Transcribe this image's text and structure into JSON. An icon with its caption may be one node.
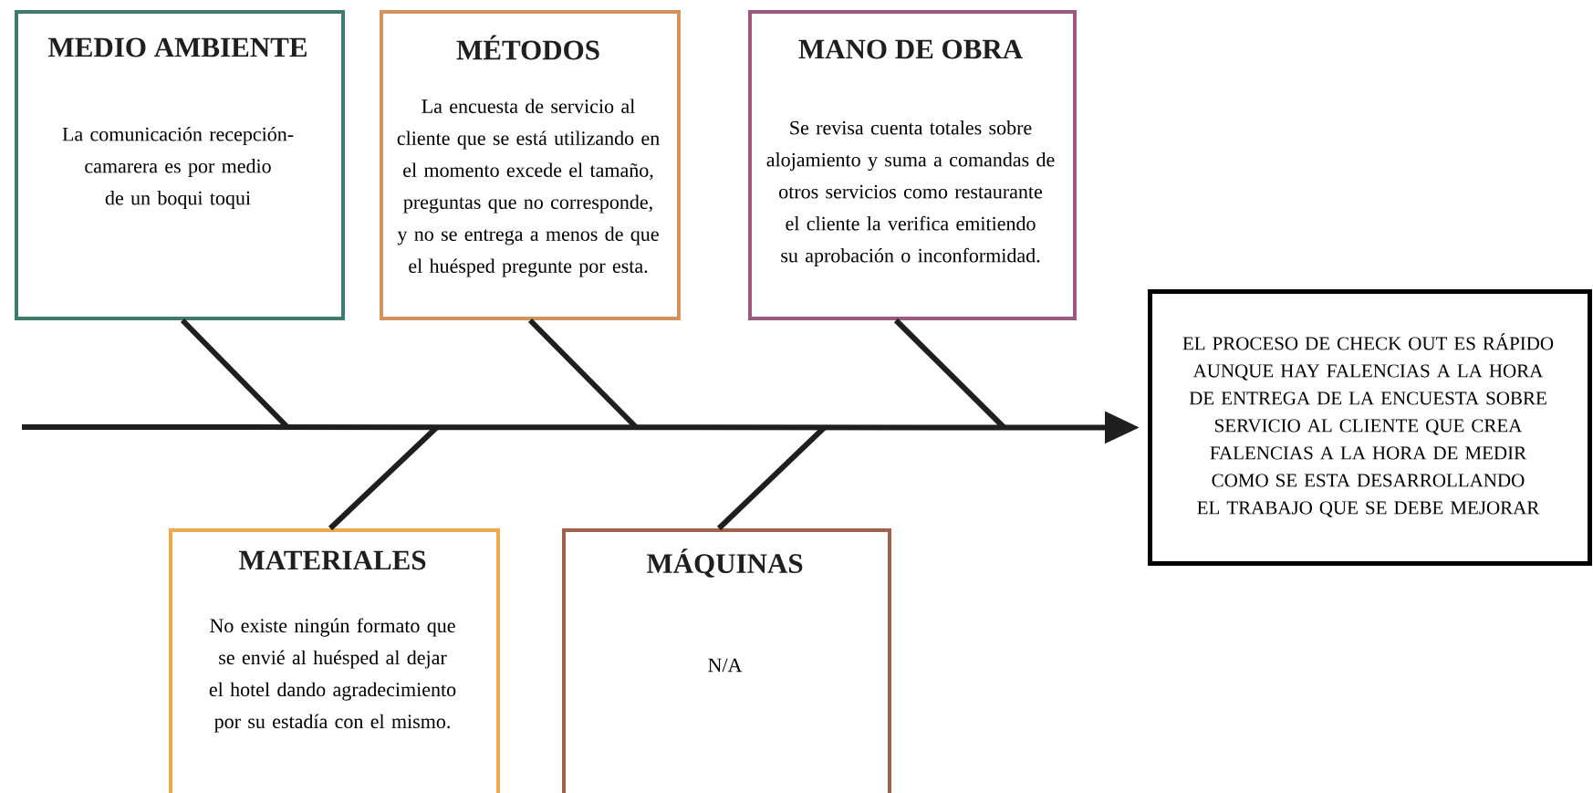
{
  "diagram": {
    "nodes": [
      {
        "text": [
          "MEDIO AMBIENTE",
          "La comunicación recepción-camarera es por medio de un boqui toqui"
        ]
      },
      {
        "text": [
          "MÉTODOS",
          "La encuesta de servicio al cliente que se está utilizando en el momento excede el tamaño, preguntas que no corresponde, y no se entrega a menos de que el huésped pregunte por esta."
        ]
      },
      {
        "text": [
          "MANO DE OBRA",
          "Se revisa cuenta totales sobre alojamiento y suma a comandas de otros servicios como restaurante el cliente la verifica emitiendo su aprobación o inconformidad."
        ]
      },
      {
        "text": [
          "MATERIALES",
          "No existe ningún formato que se envié al huésped al dejar el hotel dando agradecimiento por su estadía con el mismo."
        ]
      },
      {
        "text": [
          "MÁQUINAS",
          "N/A"
        ]
      },
      {
        "text": [
          "EL PROCESO DE CHECK OUT ES RÁPIDO AUNQUE HAY FALENCIAS A LA HORA DE ENTREGA DE LA ENCUESTA SOBRE SERVICIO AL CLIENTE QUE CREA FALENCIAS A LA HORA DE MEDIR COMO SE ESTA DESARROLLANDO EL TRABAJO QUE SE DEBE MEJORAR"
        ]
      }
    ],
    "edges": [
      {
        "from": 0,
        "to": null,
        "arrow": "none"
      },
      {
        "from": 1,
        "to": null,
        "arrow": "none"
      },
      {
        "from": 2,
        "to": null,
        "arrow": "none"
      },
      {
        "from": 3,
        "to": null,
        "arrow": "none"
      },
      {
        "from": 4,
        "to": null,
        "arrow": "none"
      },
      {
        "from": null,
        "to": 5,
        "arrow": "to"
      }
    ]
  }
}
